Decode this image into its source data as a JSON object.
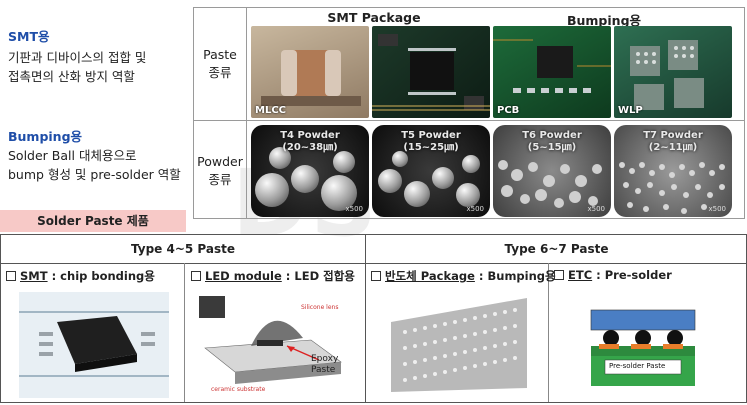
{
  "smt_desc": {
    "title": "SMT용",
    "line1": "기판과 디바이스의 접합 및",
    "line2": "접촉면의 산화 방지 역할"
  },
  "bump_desc": {
    "title": "Bumping용",
    "line1": "Solder Ball 대체용으로",
    "line2": "bump 형성 및 pre-solder 역할"
  },
  "solder_paste_label": "Solder Paste 제품",
  "table": {
    "header_smt": "SMT Package",
    "header_bumping": "Bumping용",
    "paste_row_label_1": "Paste",
    "paste_row_label_2": "종류",
    "powder_row_label_1": "Powder",
    "powder_row_label_2": "종류",
    "paste_images": [
      "MLCC",
      "",
      "PCB",
      "WLP"
    ],
    "powders": [
      {
        "name": "T4 Powder",
        "range": "(20~38㎛)",
        "mag": "x500"
      },
      {
        "name": "T5 Powder",
        "range": "(15~25㎛)",
        "mag": "x500"
      },
      {
        "name": "T6 Powder",
        "range": "(5~15㎛)",
        "mag": "x500"
      },
      {
        "name": "T7 Powder",
        "range": "(2~11㎛)",
        "mag": "x500"
      }
    ]
  },
  "products": {
    "type45": "Type 4~5 Paste",
    "type67": "Type 6~7 Paste",
    "items": [
      {
        "key": "SMT",
        "rest": " : chip bonding용"
      },
      {
        "key": "LED module",
        "rest": " : LED 접합용"
      },
      {
        "key": "반도체 Package",
        "rest": " : Bumping용"
      },
      {
        "key": "ETC",
        "rest": " : Pre-solder"
      }
    ],
    "led_label_silicone": "Silicone lens",
    "led_label_ceramic": "ceramic substrate",
    "led_label_epoxy_1": "Epoxy",
    "led_label_epoxy_2": "Paste",
    "etc_label": "Pre-solder Paste"
  },
  "watermark": "DS"
}
